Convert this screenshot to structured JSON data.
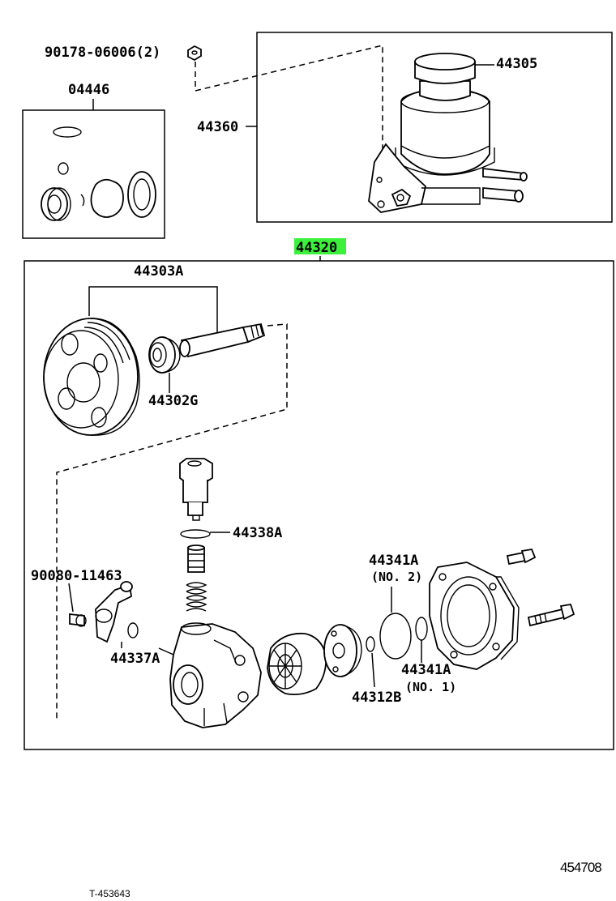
{
  "labels": {
    "nut_part": "90178-06006(2)",
    "gasket_kit": "04446",
    "reservoir_bracket": "44360",
    "reservoir_cap": "44305",
    "pump_assembly": "44320",
    "pulley": "44303A",
    "oil_seal": "44302G",
    "o_ring_valve": "44338A",
    "union_bolt": "90080-11463",
    "o_ring_union": "44337A",
    "o_ring_no2": "44341A",
    "o_ring_no2_note": "(NO. 2)",
    "o_ring_no1": "44341A",
    "o_ring_no1_note": "(NO. 1)",
    "o_ring_cam": "44312B"
  },
  "footer": {
    "diagram_code": "454708",
    "ref_code": "T-453643"
  },
  "colors": {
    "highlight": "#3cf03c",
    "line": "#000000"
  }
}
